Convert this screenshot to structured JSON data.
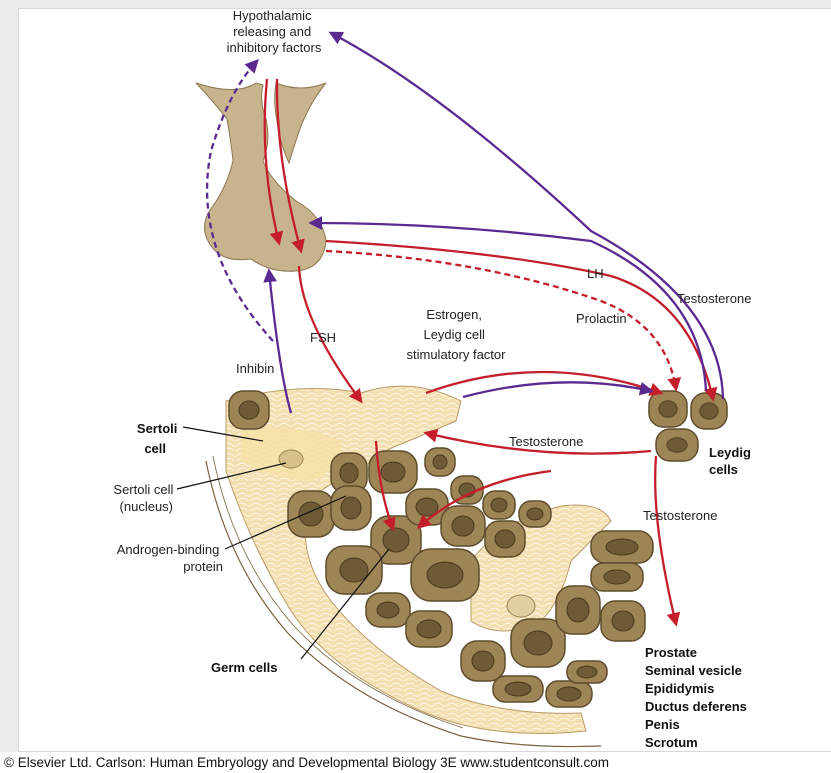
{
  "diagram": {
    "hypothalamic": [
      "Hypothalamic",
      "releasing and",
      "inhibitory factors"
    ],
    "lh": "LH",
    "prolactin": "Prolactin",
    "fsh": "FSH",
    "inhibin": "Inhibin",
    "estrogen": [
      "Estrogen,",
      "Leydig cell",
      "stimulatory factor"
    ],
    "testosterone_top": "Testosterone",
    "testosterone_mid": "Testosterone",
    "testosterone_low": "Testosterone",
    "sertoli_cell": [
      "Sertoli",
      "cell"
    ],
    "sertoli_nucleus": [
      "Sertoli cell",
      "(nucleus)"
    ],
    "androgen_binding": [
      "Androgen-binding",
      "protein"
    ],
    "germ_cells": "Germ cells",
    "leydig_cells": [
      "Leydig",
      "cells"
    ],
    "targets": [
      "Prostate",
      "Seminal vesicle",
      "Epididymis",
      "Ductus deferens",
      "Penis",
      "Scrotum"
    ],
    "colors": {
      "stimulatory": "#c41e2a",
      "inhibitory": "#5b2a91",
      "tissue": "#f3dfb0",
      "cell": "#9d8556",
      "pituitary": "#c8b48c"
    }
  },
  "caption": "© Elsevier Ltd. Carlson: Human Embryology and Developmental Biology 3E www.studentconsult.com"
}
